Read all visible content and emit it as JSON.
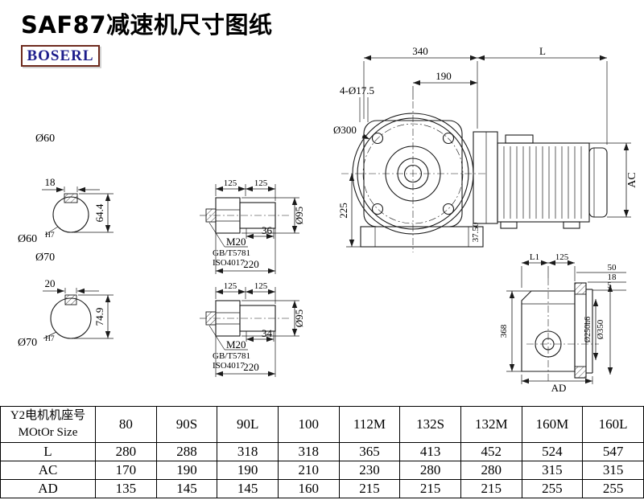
{
  "header": {
    "title": "SAF87减速机尺寸图纸",
    "logo": "BOSERL"
  },
  "colors": {
    "logo_border": "#6e2a1e",
    "logo_text": "#1d1d8c",
    "line": "#1a1a1a"
  },
  "drawing": {
    "bore_view_60": {
      "label": "Ø60",
      "keyway_width": "18",
      "keyway_height": "64.4",
      "bore": "Ø60",
      "bore_tol": "H7"
    },
    "bore_view_70": {
      "label": "Ø70",
      "keyway_width": "20",
      "keyway_height": "74.9",
      "bore": "Ø70",
      "bore_tol": "H7"
    },
    "shaft_detail_top": {
      "dim_a": "125",
      "dim_b": "125",
      "thread": "M20",
      "std_gb": "GB/T5781",
      "std_iso": "ISO4017",
      "dim_key": "36",
      "dim_len": "220",
      "dim_dia": "Ø95"
    },
    "shaft_detail_bottom": {
      "dim_a": "125",
      "dim_b": "125",
      "thread": "M20",
      "std_gb": "GB/T5781",
      "std_iso": "ISO4017",
      "dim_key": "34",
      "dim_len": "220",
      "dim_dia": "Ø95"
    },
    "front_view": {
      "dim_width": "340",
      "dim_motor": "L",
      "dim_190": "190",
      "holes": "4-Ø17.5",
      "flange_dia": "Ø300",
      "dim_height": "225",
      "dim_foot": "37.50",
      "dim_ac": "AC"
    },
    "side_view": {
      "dim_l1": "L1",
      "dim_125": "125",
      "dim_50": "50",
      "dim_18": "18",
      "dim_5": "5",
      "dim_368": "368",
      "dia_250": "Ø250h6",
      "dia_350": "Ø350",
      "dim_ad": "AD"
    }
  },
  "table": {
    "header_cn": "Y2电机机座号",
    "header_en": "MOtOr Size",
    "sizes": [
      "80",
      "90S",
      "90L",
      "100",
      "112M",
      "132S",
      "132M",
      "160M",
      "160L"
    ],
    "rows": [
      {
        "label": "L",
        "values": [
          "280",
          "288",
          "318",
          "318",
          "365",
          "413",
          "452",
          "524",
          "547"
        ]
      },
      {
        "label": "AC",
        "values": [
          "170",
          "190",
          "190",
          "210",
          "230",
          "280",
          "280",
          "315",
          "315"
        ]
      },
      {
        "label": "AD",
        "values": [
          "135",
          "145",
          "145",
          "160",
          "215",
          "215",
          "215",
          "255",
          "255"
        ]
      }
    ]
  }
}
